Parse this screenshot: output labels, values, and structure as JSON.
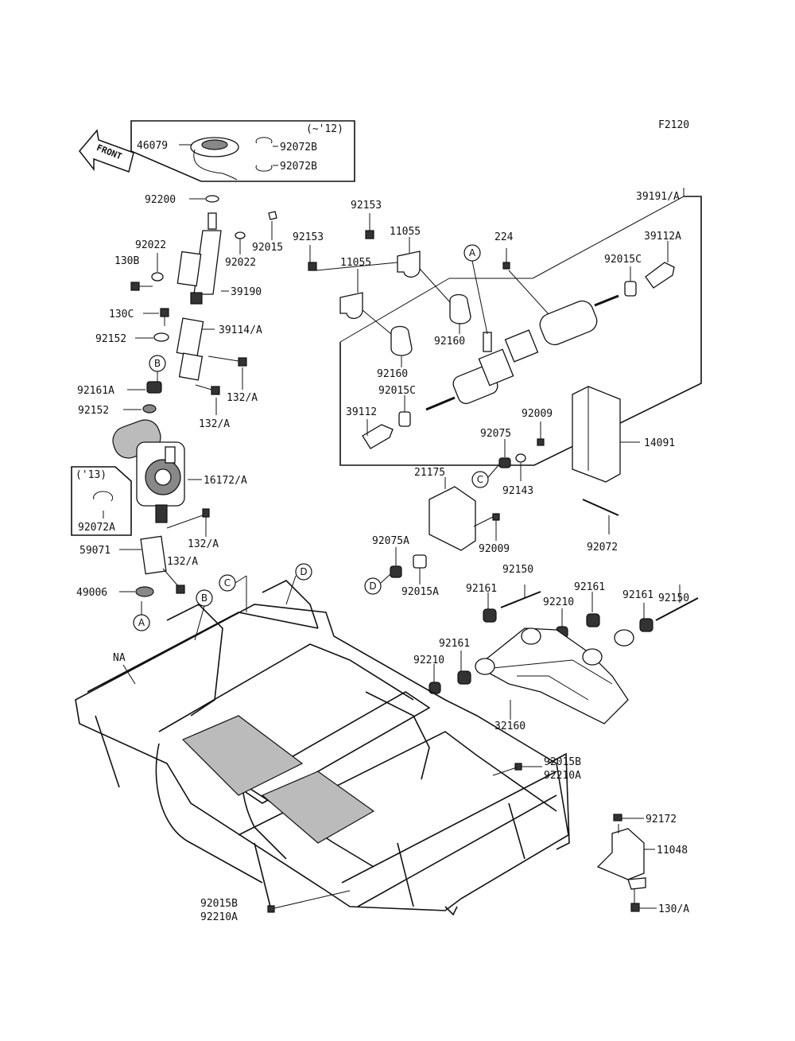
{
  "figure_code": "F2120",
  "direction_label": "FRONT",
  "year_notes": {
    "early": "(~'12)",
    "late": "('13)"
  },
  "labels": {
    "p46079": "46079",
    "p92072B_1": "92072B",
    "p92072B_2": "92072B",
    "p92200": "92200",
    "p92015": "92015",
    "p92022_1": "92022",
    "p92022_2": "92022",
    "p130B": "130B",
    "p39190": "39190",
    "p130C": "130C",
    "p39114A": "39114/A",
    "p92152_1": "92152",
    "p92161A": "92161A",
    "p132A_1": "132/A",
    "p92152_2": "92152",
    "p132A_2": "132/A",
    "p16172A": "16172/A",
    "p92072A": "92072A",
    "p132A_3": "132/A",
    "p59071": "59071",
    "p132A_4": "132/A",
    "p49006": "49006",
    "pNA": "NA",
    "p92153_1": "92153",
    "p11055_1": "11055",
    "p92153_2": "92153",
    "p11055_2": "11055",
    "p224": "224",
    "p39191A": "39191/A",
    "p39112A": "39112A",
    "p92015C_1": "92015C",
    "p92160_1": "92160",
    "p92160_2": "92160",
    "p92015C_2": "92015C",
    "p39112": "39112",
    "p92009_1": "92009",
    "p92075": "92075",
    "p14091": "14091",
    "p92143": "92143",
    "p21175": "21175",
    "p92009_2": "92009",
    "p92075A": "92075A",
    "p92015A": "92015A",
    "p92072": "92072",
    "p92150_1": "92150",
    "p92150_2": "92150",
    "p92161_1": "92161",
    "p92161_2": "92161",
    "p92210_1": "92210",
    "p92161_3": "92161",
    "p92161_4": "92161",
    "p92210_2": "92210",
    "p32160": "32160",
    "p92015B_1": "92015B",
    "p92210A_1": "92210A",
    "p92172": "92172",
    "p11048": "11048",
    "p130A": "130/A",
    "p92015B_2": "92015B",
    "p92210A_2": "92210A"
  },
  "callouts": {
    "A1": "A",
    "A2": "A",
    "B1": "B",
    "B2": "B",
    "C1": "C",
    "C2": "C",
    "D1": "D",
    "D2": "D"
  }
}
